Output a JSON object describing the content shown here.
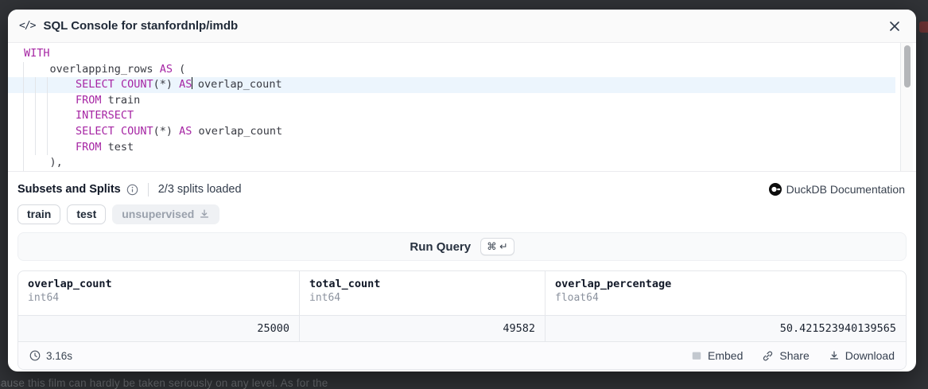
{
  "background": {
    "bottom_text": "cause this film can hardly be taken seriously on any level. As for the"
  },
  "header": {
    "icon_glyph": "</>",
    "title": "SQL Console for stanfordnlp/imdb"
  },
  "editor": {
    "lines": [
      {
        "active": false,
        "tokens": [
          {
            "text": "WITH",
            "kw": true
          }
        ]
      },
      {
        "active": false,
        "tokens": [
          {
            "text": "    "
          },
          {
            "text": "overlapping_rows"
          },
          {
            "text": " "
          },
          {
            "text": "AS",
            "kw": true
          },
          {
            "text": " ("
          }
        ]
      },
      {
        "active": true,
        "tokens": [
          {
            "text": "        "
          },
          {
            "text": "SELECT",
            "kw": true
          },
          {
            "text": " "
          },
          {
            "text": "COUNT",
            "kw": true
          },
          {
            "text": "(*) "
          },
          {
            "text": "AS",
            "kw": true
          },
          {
            "cursor": true
          },
          {
            "text": " overlap_count"
          }
        ]
      },
      {
        "active": false,
        "tokens": [
          {
            "text": "        "
          },
          {
            "text": "FROM",
            "kw": true
          },
          {
            "text": " train"
          }
        ]
      },
      {
        "active": false,
        "tokens": [
          {
            "text": "        "
          },
          {
            "text": "INTERSECT",
            "kw": true
          }
        ]
      },
      {
        "active": false,
        "tokens": [
          {
            "text": "        "
          },
          {
            "text": "SELECT",
            "kw": true
          },
          {
            "text": " "
          },
          {
            "text": "COUNT",
            "kw": true
          },
          {
            "text": "(*) "
          },
          {
            "text": "AS",
            "kw": true
          },
          {
            "text": " overlap_count"
          }
        ]
      },
      {
        "active": false,
        "tokens": [
          {
            "text": "        "
          },
          {
            "text": "FROM",
            "kw": true
          },
          {
            "text": " test"
          }
        ]
      },
      {
        "active": false,
        "tokens": [
          {
            "text": "    ),"
          }
        ]
      }
    ]
  },
  "subsets": {
    "title": "Subsets and Splits",
    "status": "2/3 splits loaded",
    "doc_link": "DuckDB Documentation",
    "chips": [
      {
        "label": "train",
        "loaded": true
      },
      {
        "label": "test",
        "loaded": true
      },
      {
        "label": "unsupervised",
        "loaded": false,
        "icon": "download-icon"
      }
    ]
  },
  "run_query": {
    "label": "Run Query",
    "shortcut": "⌘ ↵"
  },
  "results_table": {
    "columns": [
      {
        "name": "overlap_count",
        "type": "int64"
      },
      {
        "name": "total_count",
        "type": "int64"
      },
      {
        "name": "overlap_percentage",
        "type": "float64"
      }
    ],
    "rows": [
      [
        "25000",
        "49582",
        "50.421523940139565"
      ]
    ]
  },
  "footer": {
    "duration": "3.16s",
    "actions": [
      {
        "label": "Embed",
        "icon": "embed-icon"
      },
      {
        "label": "Share",
        "icon": "share-icon"
      },
      {
        "label": "Download",
        "icon": "download-icon"
      }
    ]
  },
  "colors": {
    "keyword": "#a626a4",
    "active_line": "#ecf5fd",
    "border": "#e5e7eb",
    "overlay": "#313337"
  }
}
